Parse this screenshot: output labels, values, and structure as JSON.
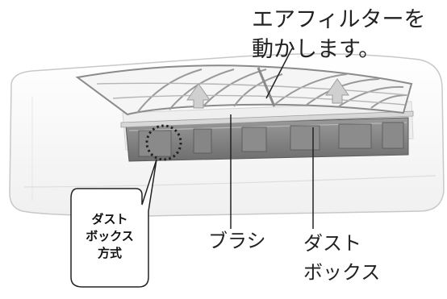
{
  "labels": {
    "filter_line1": "エアフィルターを",
    "filter_line2": "動かします。",
    "brush": "ブラシ",
    "dustbox_line1": "ダスト",
    "dustbox_line2": "ボックス",
    "callout_line1": "ダスト",
    "callout_line2": "ボックス",
    "callout_line3": "方式"
  },
  "colors": {
    "unit_body": "#fafafa",
    "unit_outline": "#c8c8c8",
    "filter_frame": "#9a9a9a",
    "dust_box": "#7d7d7d",
    "leader_line": "#222222"
  }
}
